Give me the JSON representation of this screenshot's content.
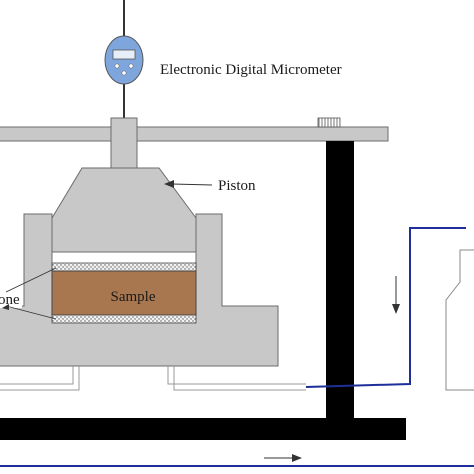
{
  "labels": {
    "micrometer": "Electronic Digital Micrometer",
    "piston": "Piston",
    "sample": "Sample",
    "stone": "one"
  },
  "colors": {
    "frame_gray": "#c8c8c8",
    "frame_outline": "#6b6b6b",
    "frame_black": "#000000",
    "sample_brown": "#a87750",
    "micrometer_blue": "#7ea6dd",
    "water_line": "#1f2f9a",
    "arrow": "#333333"
  },
  "icons": {
    "micrometer": "digital-micrometer-icon",
    "arrow": "arrow-icon"
  }
}
